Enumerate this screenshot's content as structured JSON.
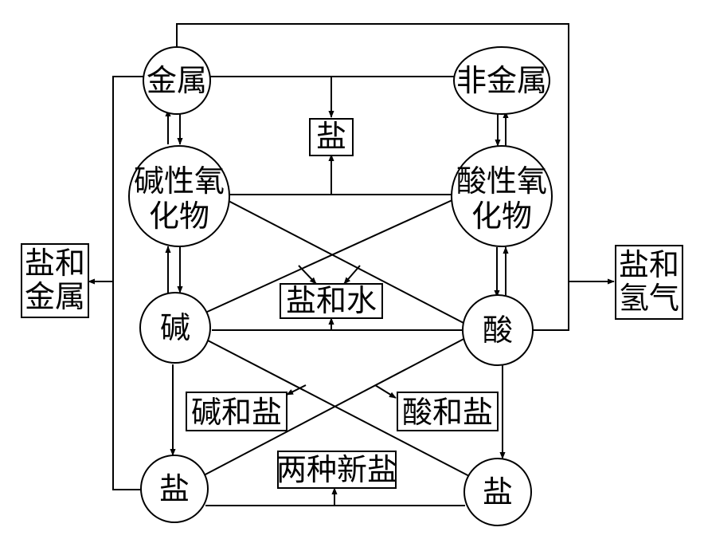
{
  "nodes": {
    "metal": "金属",
    "nonmetal": "非金属",
    "salt_top": "盐",
    "basic_oxide_l1": "碱性氧",
    "basic_oxide_l2": "化物",
    "acidic_oxide_l1": "酸性氧",
    "acidic_oxide_l2": "化物",
    "salt_metal_l1": "盐和",
    "salt_metal_l2": "金属",
    "salt_hydrogen_l1": "盐和",
    "salt_hydrogen_l2": "氢气",
    "salt_water": "盐和水",
    "base": "碱",
    "acid": "酸",
    "base_salt": "碱和盐",
    "acid_salt": "酸和盐",
    "two_new_salts": "两种新盐",
    "salt_bl": "盐",
    "salt_br": "盐"
  }
}
